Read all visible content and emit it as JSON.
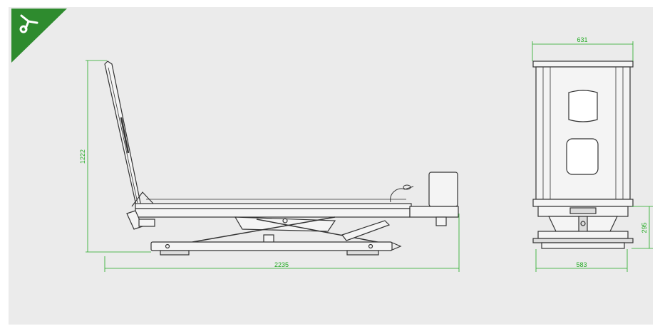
{
  "colors": {
    "panel_background": "#ebebeb",
    "dimension_green": "#22aa22",
    "brand_green": "#2e8b2e",
    "line_dark": "#333333"
  },
  "corner_badge": {
    "icon": "lift-hook-icon"
  },
  "side_view": {
    "length_label": "2235",
    "height_label": "1222"
  },
  "end_view": {
    "top_width_label": "631",
    "base_width_label": "583",
    "base_height_label": "295"
  }
}
